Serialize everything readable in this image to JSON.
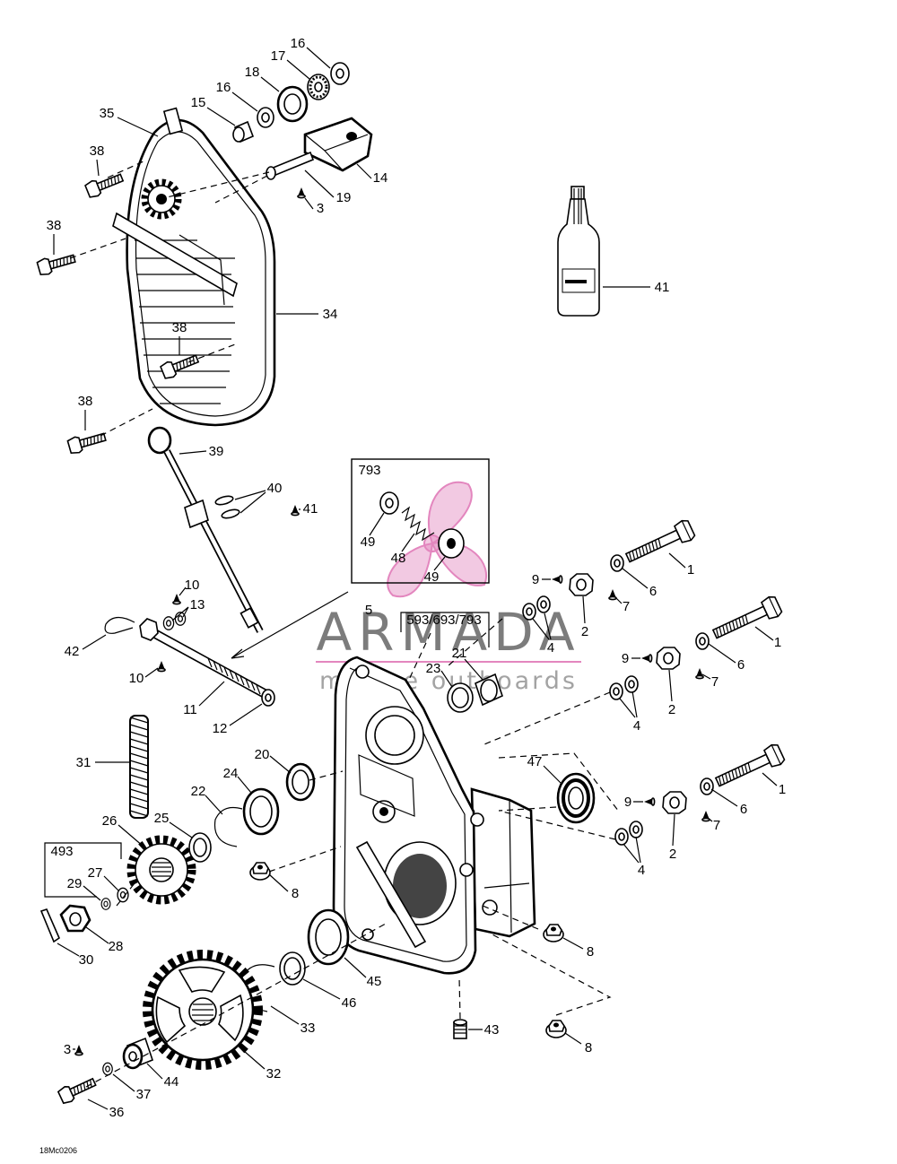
{
  "diagram": {
    "callouts": [
      "16",
      "17",
      "18",
      "16",
      "15",
      "35",
      "38",
      "14",
      "19",
      "3",
      "38",
      "41",
      "34",
      "38",
      "38",
      "39",
      "40",
      "41",
      "49",
      "48",
      "49",
      "10",
      "9",
      "1",
      "6",
      "13",
      "5",
      "7",
      "2",
      "4",
      "42",
      "21",
      "1",
      "23",
      "9",
      "6",
      "7",
      "10",
      "2",
      "11",
      "4",
      "12",
      "20",
      "31",
      "47",
      "24",
      "1",
      "22",
      "9",
      "6",
      "7",
      "26",
      "25",
      "2",
      "27",
      "4",
      "29",
      "8",
      "28",
      "8",
      "30",
      "45",
      "46",
      "33",
      "43",
      "3",
      "8",
      "32",
      "44",
      "37",
      "36"
    ],
    "variant_labels": {
      "kit_793": "793",
      "kit_593_693_793": "593/693/793",
      "kit_493": "493"
    },
    "drawing_code": "18Mc0206"
  },
  "watermark": {
    "brand": "ARMADA",
    "tagline": "marine outboards"
  },
  "colors": {
    "line": "#000000",
    "watermark_text": "#6e6e6e",
    "watermark_tagline": "#9a9a9a",
    "watermark_accent": "#e07ab8"
  }
}
